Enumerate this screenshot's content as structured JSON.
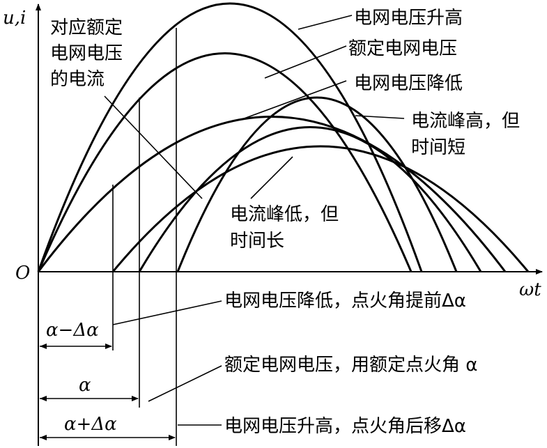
{
  "axes": {
    "y_label": "u,i",
    "x_label": "ωt",
    "origin": "O"
  },
  "annotations": {
    "current_rated": [
      "对应额定",
      "电网电压",
      "的电流"
    ],
    "voltage_high": "电网电压升高",
    "voltage_rated": "额定电网电压",
    "voltage_low": "电网电压降低",
    "current_peak_high": [
      "电流峰高，但",
      "时间短"
    ],
    "current_peak_low": [
      "电流峰低，但",
      "时间长"
    ]
  },
  "firing_notes": {
    "low": "电网电压降低，点火角提前Δα",
    "rated": "额定电网电压，用额定点火角 α",
    "high": "电网电压升高，点火角后移Δα"
  },
  "dimensions": {
    "minus": "α−Δα",
    "rated": "α",
    "plus": "α+Δα"
  }
}
